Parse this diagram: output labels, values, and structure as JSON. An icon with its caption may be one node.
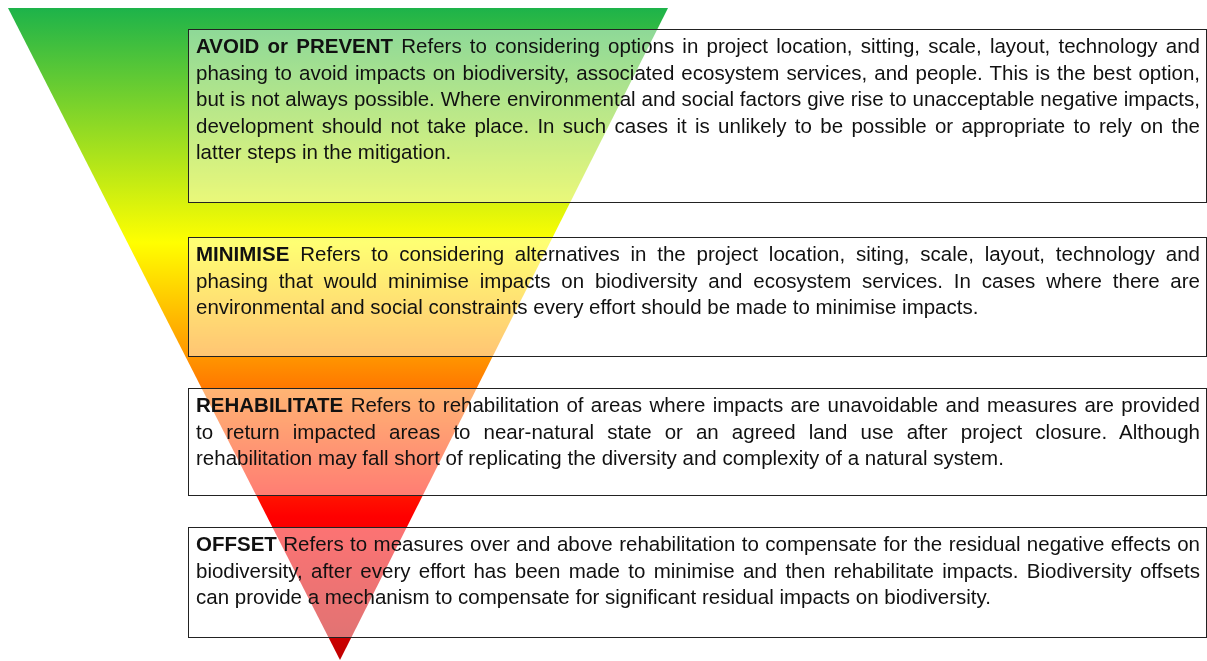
{
  "diagram": {
    "nodes": [
      {
        "text": [
          "**AVOID or PREVENT** Refers to considering options in project location, sitting, scale, layout, technology and phasing to avoid impacts on biodiversity, associated ecosystem services, and people. This is the best option, but is not always possible. Where environmental and social factors give rise to unacceptable negative impacts, development should not take place. In such cases it is unlikely to be possible or appropriate to rely on the latter steps in the mitigation."
        ]
      },
      {
        "text": [
          "**MINIMISE** Refers to considering alternatives in the project location, siting, scale, layout, technology and phasing that would minimise impacts on biodiversity and ecosystem services. In cases where there are environmental and social constraints every effort should be made to minimise impacts."
        ]
      },
      {
        "text": [
          "**REHABILITATE** Refers to rehabilitation of areas where impacts are unavoidable and measures are provided to return impacted areas to near-natural state or an agreed land use after project closure. Although rehabilitation may fall short of replicating the diversity and complexity of a natural system."
        ]
      },
      {
        "text": [
          "**OFFSET** Refers to measures over and above rehabilitation to compensate for the residual negative effects on biodiversity, after every effort has been made to minimise and then rehabilitate impacts. Biodiversity offsets can provide a mechanism to compensate for significant residual impacts on biodiversity."
        ]
      }
    ]
  }
}
